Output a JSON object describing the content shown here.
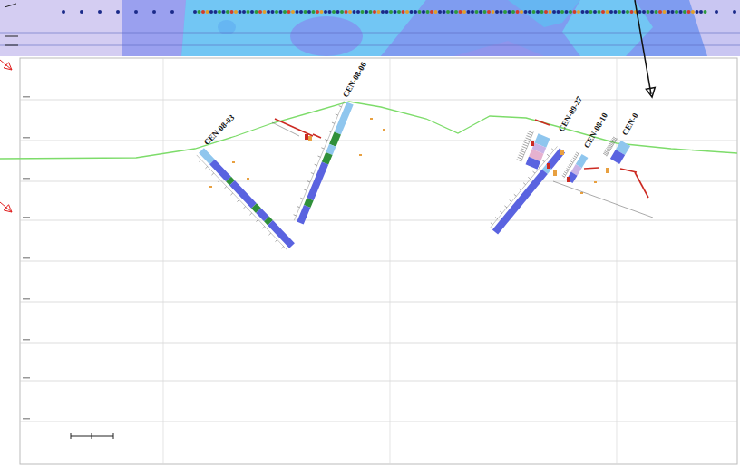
{
  "diagram": {
    "labels": [
      "CEN-08-03",
      "CEN-08-06",
      "CEN-09-27",
      "CEN-08-10",
      "CEN-0"
    ]
  }
}
